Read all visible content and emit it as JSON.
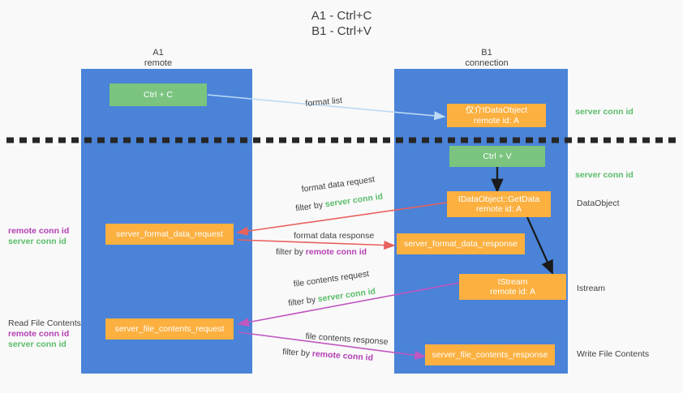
{
  "title": {
    "line1": "A1 - Ctrl+C",
    "line2": "B1 - Ctrl+V"
  },
  "columns": [
    {
      "name": "A1",
      "sub": "remote"
    },
    {
      "name": "B1",
      "sub": "connection"
    }
  ],
  "nodes": {
    "ctrl_c": "Ctrl + C",
    "ctrl_v": "Ctrl + V",
    "idataobject_l1": "仅介IDataObject",
    "idataobject_l2": "remote id: A",
    "getdata_l1": "IDataObject::GetData",
    "getdata_l2": "remote id: A",
    "istream_l1": "IStream",
    "istream_l2": "remote id: A",
    "format_data_request": "server_format_data_request",
    "format_data_response": "server_format_data_response",
    "file_contents_request": "server_file_contents_request",
    "file_contents_response": "server_file_contents_response"
  },
  "edge_labels": {
    "format_list": "format list",
    "format_data_request": "format data request",
    "format_data_request_filter_pre": "filter by ",
    "format_data_request_filter_key": "server conn id",
    "format_data_response": "format data response",
    "format_data_response_filter_pre": "filter by ",
    "format_data_response_filter_key": "remote conn id",
    "file_contents_request": "file contents request",
    "file_contents_request_filter_pre": "filter by ",
    "file_contents_request_filter_key": "server conn id",
    "file_contents_response": "file contents response",
    "file_contents_response_filter_pre": "filter by ",
    "file_contents_response_filter_key": "remote conn id"
  },
  "right_labels": {
    "server_conn_id_top": "server conn id",
    "server_conn_id_mid": "server conn id",
    "dataobject": "DataObject",
    "istream": "Istream",
    "write_file_contents": "Write File Contents"
  },
  "left_labels": {
    "remote_conn_id_1": "remote conn id",
    "server_conn_id_1": "server conn id",
    "read_file_contents": "Read File Contents",
    "remote_conn_id_2": "remote conn id",
    "server_conn_id_2": "server conn id"
  },
  "colors": {
    "panel": "#4a83d8",
    "node_orange": "#fbb040",
    "node_green": "#7ac47f",
    "arrow_light_blue": "#bcd9f5",
    "arrow_red": "#e8615e",
    "arrow_magenta": "#c057c0",
    "arrow_black": "#1a1a1a",
    "text_green": "#5bbd6a",
    "text_purple": "#b43fb4",
    "background": "#f9f9f9"
  }
}
